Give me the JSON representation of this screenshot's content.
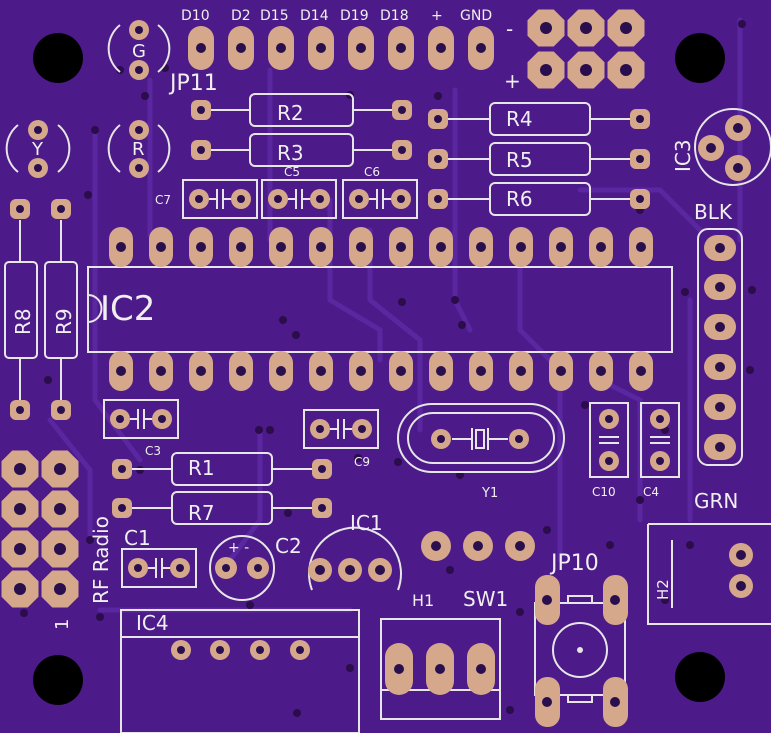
{
  "board": {
    "background": "#4d1a8a",
    "pad_color": "#d5a88c",
    "silk_color": "#e6e6e6"
  },
  "labels": {
    "header_pins": [
      "D10",
      "D2",
      "D15",
      "D14",
      "D19",
      "D18",
      "+",
      "GND"
    ],
    "jp11": "JP11",
    "minus": "-",
    "plus": "+",
    "led_g": "G",
    "led_y": "Y",
    "led_r": "R",
    "r2": "R2",
    "r3": "R3",
    "r4": "R4",
    "r5": "R5",
    "r6": "R6",
    "c5": "C5",
    "c6": "C6",
    "c7": "C7",
    "ic3": "IC3",
    "blk": "BLK",
    "r8": "R8",
    "r9": "R9",
    "ic2": "IC2",
    "c3": "C3",
    "c9": "C9",
    "r1": "R1",
    "r7": "R7",
    "y1": "Y1",
    "c10": "C10",
    "c4": "C4",
    "grn": "GRN",
    "rf_radio": "RF Radio",
    "one": "1",
    "c1": "C1",
    "c2": "C2",
    "c2_pol": "+ -",
    "ic1": "IC1",
    "h1": "H1",
    "sw1": "SW1",
    "jp10": "JP10",
    "h2": "H2",
    "ic4": "IC4"
  }
}
